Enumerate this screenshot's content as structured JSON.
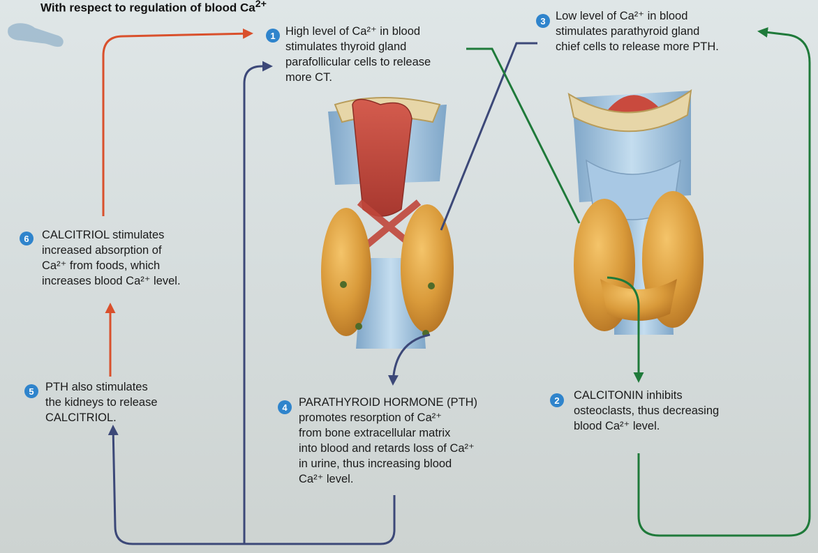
{
  "title": "With respect to regulation of blood Ca",
  "steps": [
    {
      "number": "1",
      "lines": [
        "High level of Ca²⁺ in blood",
        "stimulates thyroid gland",
        "parafollicular cells to release",
        "more CT."
      ]
    },
    {
      "number": "2",
      "lines": [
        "CALCITONIN inhibits",
        "osteoclasts, thus decreasing",
        "blood Ca²⁺ level."
      ]
    },
    {
      "number": "3",
      "lines": [
        "Low level of Ca²⁺ in blood",
        "stimulates parathyroid gland",
        "chief cells to release more PTH."
      ]
    },
    {
      "number": "4",
      "lines": [
        "PARATHYROID HORMONE (PTH)",
        "promotes resorption of Ca²⁺",
        "from bone extracellular matrix",
        "into blood and retards loss of Ca²⁺",
        "in urine, thus increasing blood",
        "Ca²⁺ level."
      ]
    },
    {
      "number": "5",
      "lines": [
        "PTH also stimulates",
        "the kidneys to release",
        "CALCITRIOL."
      ]
    },
    {
      "number": "6",
      "lines": [
        "CALCITRIOL stimulates",
        "increased absorption of",
        "Ca²⁺ from foods, which",
        "increases blood Ca²⁺ level."
      ]
    }
  ],
  "colors": {
    "badge": "#2f84cc",
    "arrow_red": "#d9502c",
    "arrow_navy": "#3c4878",
    "arrow_green": "#1f7a3a",
    "gland": "#d99a3a",
    "trachea": "#9fc4de"
  }
}
